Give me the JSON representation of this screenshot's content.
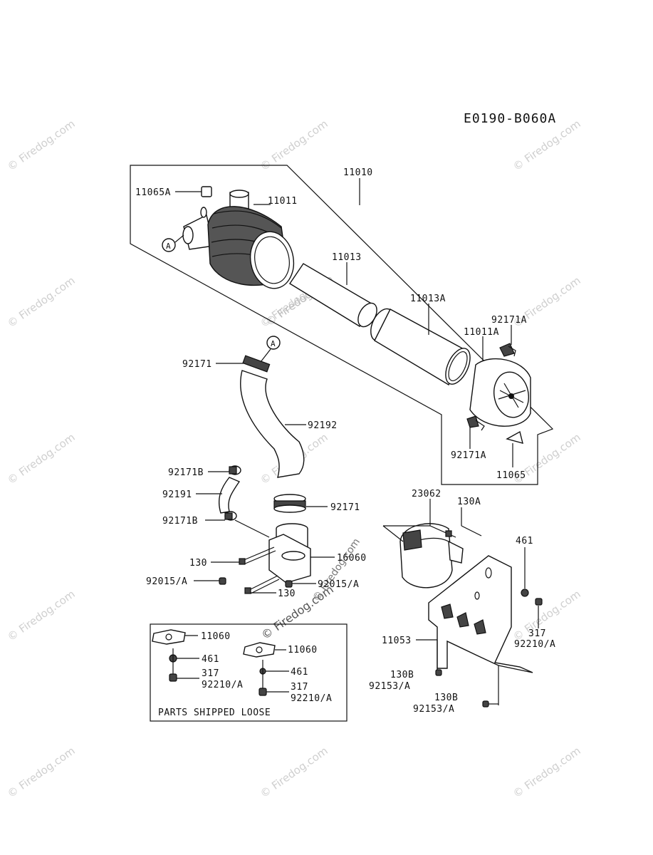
{
  "diagram_code": "E0190-B060A",
  "watermark": "© Firedog.com",
  "callouts": {
    "circle_a": "A",
    "p11010": "11010",
    "p11065A": "11065A",
    "p11011": "11011",
    "p11013": "11013",
    "p11013A": "11013A",
    "p92171A_top": "92171A",
    "p11011A": "11011A",
    "p92171_top": "92171",
    "p92192": "92192",
    "p92171A_bottom": "92171A",
    "p11065": "11065",
    "p92171B_top": "92171B",
    "p92191": "92191",
    "p92171_mid": "92171",
    "p92171B_bottom": "92171B",
    "p23062": "23062",
    "p130A": "130A",
    "p130_a": "130",
    "p16060": "16060",
    "p461_right": "461",
    "p92015A_left": "92015/A",
    "p92015A_right": "92015/A",
    "p130_b": "130",
    "p317_right": "317",
    "p92210A_right": "92210/A",
    "p11053": "11053",
    "p130B_left": "130B",
    "p92153A_left": "92153/A",
    "p130B_right": "130B",
    "p92153A_right": "92153/A"
  },
  "loose_parts": {
    "title": "PARTS SHIPPED LOOSE",
    "left": {
      "gasket": "11060",
      "washer": "461",
      "nut_a": "317",
      "nut_b": "92210/A"
    },
    "right": {
      "gasket": "11060",
      "washer": "461",
      "nut_a": "317",
      "nut_b": "92210/A"
    }
  }
}
